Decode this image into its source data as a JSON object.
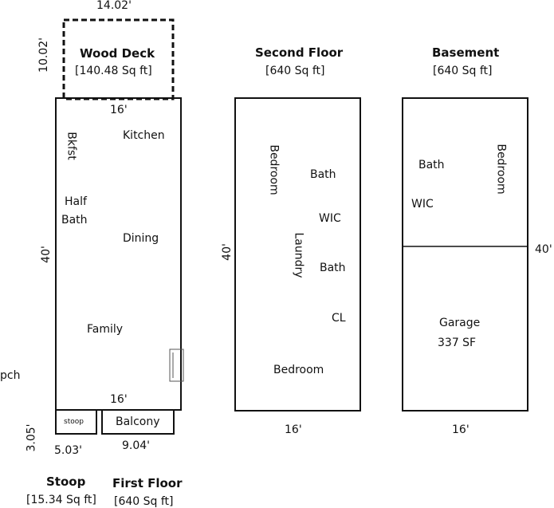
{
  "deck": {
    "name": "Wood Deck",
    "area": "[140.48 Sq ft]",
    "width": "14.02'",
    "depth": "10.02'"
  },
  "first_floor": {
    "name": "First Floor",
    "area": "[640 Sq ft]",
    "top_width": "16'",
    "bottom_width": "16'",
    "length": "40'",
    "rooms": {
      "kitchen": "Kitchen",
      "bkfst": "Bkfst",
      "half_bath_1": "Half",
      "half_bath_2": "Bath",
      "dining": "Dining",
      "family": "Family"
    }
  },
  "porch_label": "pch",
  "stoop": {
    "label": "stoop",
    "name": "Stoop",
    "area": "[15.34 Sq ft]",
    "width": "5.03'",
    "depth": "3.05'"
  },
  "balcony": {
    "label": "Balcony",
    "width": "9.04'"
  },
  "second_floor": {
    "name": "Second Floor",
    "area": "[640 Sq ft]",
    "length": "40'",
    "width": "16'",
    "rooms": {
      "bedroom_top": "Bedroom",
      "bath_1": "Bath",
      "wic": "WIC",
      "laundry": "Laundry",
      "bath_2": "Bath",
      "cl": "CL",
      "bedroom_bottom": "Bedroom"
    }
  },
  "basement": {
    "name": "Basement",
    "area": "[640 Sq ft]",
    "length": "40'",
    "width": "16'",
    "rooms": {
      "bath": "Bath",
      "bedroom": "Bedroom",
      "wic": "WIC",
      "garage": "Garage",
      "garage_area": "337 SF"
    }
  }
}
